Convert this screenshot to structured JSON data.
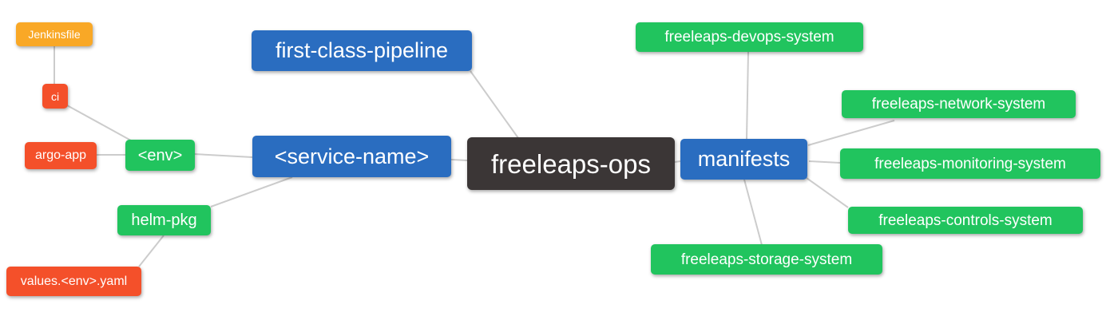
{
  "diagram": {
    "type": "mindmap",
    "root": "freeleaps-ops",
    "hierarchy": {
      "freeleaps-ops": [
        "first-class-pipeline",
        "<service-name>",
        "manifests"
      ],
      "<service-name>": [
        "<env>",
        "helm-pkg"
      ],
      "<env>": [
        "ci",
        "argo-app"
      ],
      "ci": [
        "Jenkinsfile"
      ],
      "helm-pkg": [
        "values.<env>.yaml"
      ],
      "manifests": [
        "freeleaps-devops-system",
        "freeleaps-network-system",
        "freeleaps-monitoring-system",
        "freeleaps-controls-system",
        "freeleaps-storage-system"
      ]
    },
    "edges": [
      {
        "from": "Jenkinsfile",
        "to": "ci"
      },
      {
        "from": "ci",
        "to": "<env>"
      },
      {
        "from": "argo-app",
        "to": "<env>"
      },
      {
        "from": "<env>",
        "to": "<service-name>"
      },
      {
        "from": "helm-pkg",
        "to": "<service-name>"
      },
      {
        "from": "values.<env>.yaml",
        "to": "helm-pkg"
      },
      {
        "from": "first-class-pipeline",
        "to": "freeleaps-ops"
      },
      {
        "from": "<service-name>",
        "to": "freeleaps-ops"
      },
      {
        "from": "freeleaps-ops",
        "to": "manifests"
      },
      {
        "from": "manifests",
        "to": "freeleaps-devops-system"
      },
      {
        "from": "manifests",
        "to": "freeleaps-network-system"
      },
      {
        "from": "manifests",
        "to": "freeleaps-monitoring-system"
      },
      {
        "from": "manifests",
        "to": "freeleaps-controls-system"
      },
      {
        "from": "manifests",
        "to": "freeleaps-storage-system"
      }
    ]
  },
  "nodes": {
    "jenkinsfile": {
      "label": "Jenkinsfile"
    },
    "ci": {
      "label": "ci"
    },
    "argo_app": {
      "label": "argo-app"
    },
    "env": {
      "label": "<env>"
    },
    "helm_pkg": {
      "label": "helm-pkg"
    },
    "values_yaml": {
      "label": "values.<env>.yaml"
    },
    "first_class_pipeline": {
      "label": "first-class-pipeline"
    },
    "service_name": {
      "label": "<service-name>"
    },
    "ops": {
      "label": "freeleaps-ops"
    },
    "manifests": {
      "label": "manifests"
    },
    "devops_system": {
      "label": "freeleaps-devops-system"
    },
    "network_system": {
      "label": "freeleaps-network-system"
    },
    "monitoring_system": {
      "label": "freeleaps-monitoring-system"
    },
    "controls_system": {
      "label": "freeleaps-controls-system"
    },
    "storage_system": {
      "label": "freeleaps-storage-system"
    }
  },
  "colors": {
    "primary_blue": "#2a6dc0",
    "green": "#21c45e",
    "orange_red": "#f4502a",
    "amber": "#f9a826",
    "dark": "#3b3636",
    "edge_gray": "#cccccc",
    "text": "#ffffff"
  }
}
